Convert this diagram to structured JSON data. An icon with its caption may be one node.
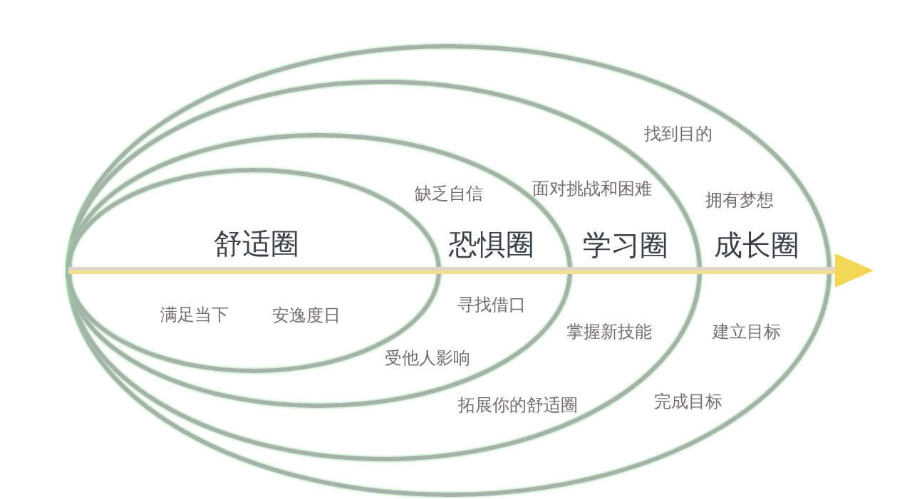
{
  "diagram": {
    "nodes": [
      {
        "text": [
          "成长圈",
          "找到目的",
          "拥有梦想",
          "建立目标",
          "完成目标"
        ]
      },
      {
        "text": [
          "学习圈",
          "面对挑战和困难",
          "掌握新技能",
          "拓展你的舒适圈"
        ],
        "in": 0
      },
      {
        "text": [
          "恐惧圈",
          "缺乏自信",
          "寻找借口",
          "受他人影响"
        ],
        "in": 1
      },
      {
        "text": [
          "舒适圈",
          "满足当下",
          "安逸度日"
        ],
        "in": 2
      }
    ]
  }
}
